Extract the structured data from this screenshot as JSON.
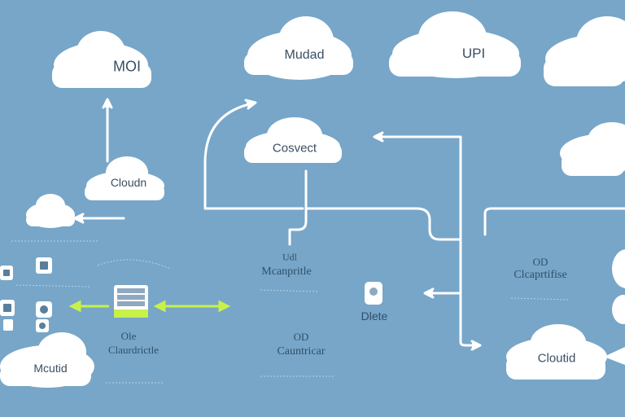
{
  "clouds": {
    "top_left": "MOI",
    "top_mid": "Mudad",
    "top_right": "UPI",
    "center": "Cosvect",
    "left_mid": "Cloudn",
    "bottom_left": "Mcutid",
    "bottom_right": "Cloutid"
  },
  "blocks": {
    "left": {
      "line1": "Ole",
      "line2": "Claurdrictle"
    },
    "center_top": {
      "line1": "Udl",
      "line2": "Mcanpritle"
    },
    "center_bottom": {
      "line1": "OD",
      "line2": "Cauntricar"
    },
    "right": {
      "line1": "OD",
      "line2": "Clcaprtifise"
    }
  },
  "device_label": "Dlete",
  "colors": {
    "background": "#77a6c8",
    "cloud": "#ffffff",
    "connector": "#ffffff",
    "accent_green": "#c8f04a"
  }
}
